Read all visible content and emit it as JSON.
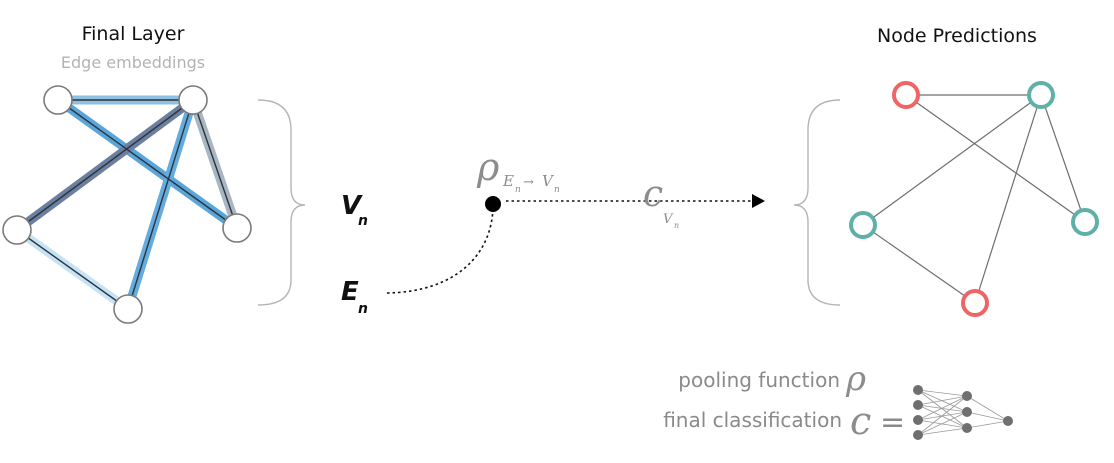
{
  "left_panel": {
    "title": "Final Layer",
    "subtitle": "Edge embeddings"
  },
  "right_panel": {
    "title": "Node Predictions"
  },
  "variables": {
    "vertex_main": "V",
    "vertex_sub": "n",
    "edge_main": "E",
    "edge_sub": "n"
  },
  "pooling": {
    "rho": "ρ",
    "sub_E": "E",
    "sub_n1": "n",
    "arrow": "→",
    "sub_V": "V",
    "sub_n2": "n"
  },
  "classifier": {
    "c": "c",
    "sub_V": "V",
    "sub_n": "n"
  },
  "legend": {
    "pooling_label": "pooling function",
    "pooling_symbol": "ρ",
    "classification_label": "final classification",
    "classification_symbol": "c",
    "equals": "="
  },
  "colors": {
    "node_red": "#f06466",
    "node_teal": "#5fb0a8",
    "edge_blue": "#6aaedb",
    "edge_slate": "#6c7f9e",
    "edge_light": "#b9dcf1",
    "edge_gray": "#a7b6c1"
  }
}
